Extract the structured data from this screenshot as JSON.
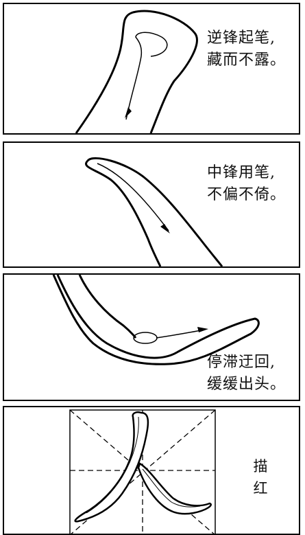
{
  "panels": [
    {
      "caption": [
        "逆锋起笔,",
        "藏而不露。"
      ]
    },
    {
      "caption": [
        "中锋用笔,",
        "不偏不倚。"
      ]
    },
    {
      "caption": [
        "停滞迂回,",
        "缓缓出头。"
      ]
    },
    {
      "caption": [
        "描",
        "红"
      ]
    }
  ],
  "stroke_color": "#000000"
}
